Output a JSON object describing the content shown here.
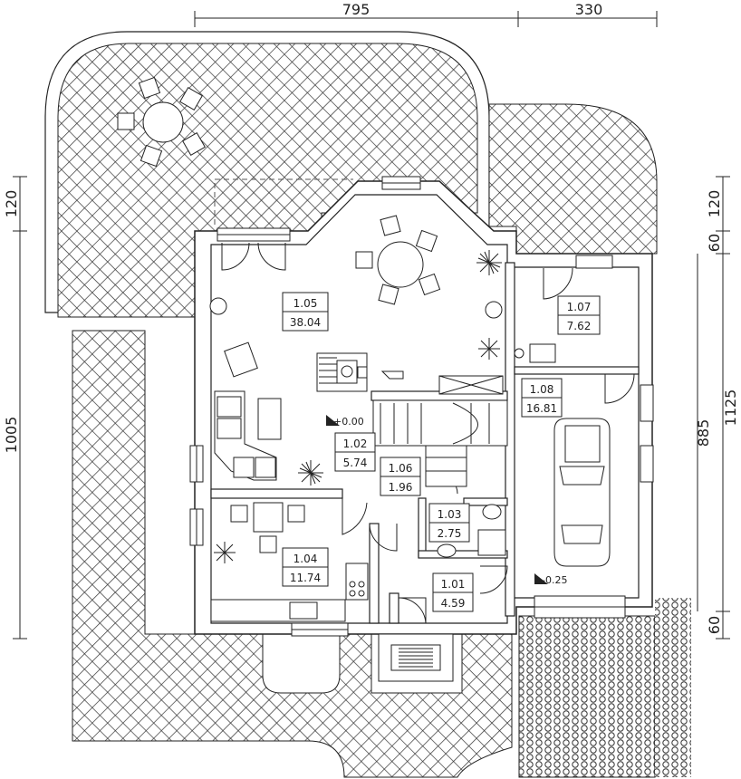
{
  "plan": {
    "dimensions_top": [
      "795",
      "330"
    ],
    "dimensions_left": [
      "120",
      "1005"
    ],
    "dimensions_right": [
      "120",
      "60",
      "885",
      "1125",
      "60"
    ],
    "levels": [
      "+0.00",
      "-0.25"
    ],
    "rooms": [
      {
        "id": "1.05",
        "area": "38.04"
      },
      {
        "id": "1.07",
        "area": "7.62"
      },
      {
        "id": "1.08",
        "area": "16.81"
      },
      {
        "id": "1.02",
        "area": "5.74"
      },
      {
        "id": "1.06",
        "area": "1.96"
      },
      {
        "id": "1.03",
        "area": "2.75"
      },
      {
        "id": "1.04",
        "area": "11.74"
      },
      {
        "id": "1.01",
        "area": "4.59"
      }
    ],
    "colors": {
      "line": "#222222",
      "background": "#ffffff",
      "hatch": "#333333"
    }
  }
}
